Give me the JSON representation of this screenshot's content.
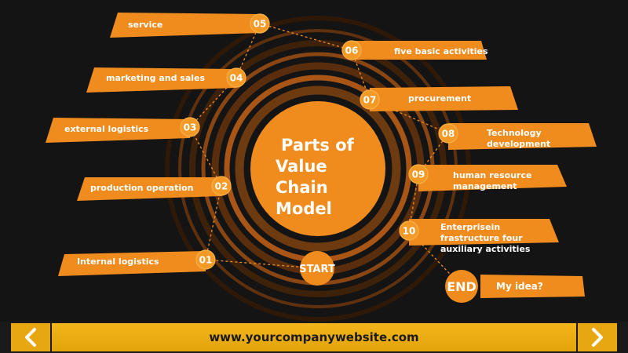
{
  "diagram": {
    "center_title": [
      "Parts of",
      "Value",
      "Chain",
      "Model"
    ],
    "start_label": "START",
    "end_label": "END",
    "end_text": "My idea?",
    "steps": [
      {
        "num": "01",
        "lines": [
          "Internal logistics"
        ]
      },
      {
        "num": "02",
        "lines": [
          "production operation"
        ]
      },
      {
        "num": "03",
        "lines": [
          "external logistics"
        ]
      },
      {
        "num": "04",
        "lines": [
          "marketing and sales"
        ]
      },
      {
        "num": "05",
        "lines": [
          "service"
        ]
      },
      {
        "num": "06",
        "lines": [
          "five basic activities"
        ]
      },
      {
        "num": "07",
        "lines": [
          "procurement"
        ]
      },
      {
        "num": "08",
        "lines": [
          "Technology",
          "development"
        ]
      },
      {
        "num": "09",
        "lines": [
          "human resource",
          "management"
        ]
      },
      {
        "num": "10",
        "lines": [
          "Enterprisein",
          "frastructure four",
          "auxiliary activities"
        ]
      }
    ]
  },
  "footer": {
    "url": "www.yourcompanywebsite.com",
    "prev_icon": "chevron-left-icon",
    "next_icon": "chevron-right-icon"
  },
  "colors": {
    "accent": "#f08c1e",
    "accent_dark": "#e0731a",
    "footer_bar": "#f2b51a",
    "background": "#141414",
    "text_light": "#ffffff"
  }
}
